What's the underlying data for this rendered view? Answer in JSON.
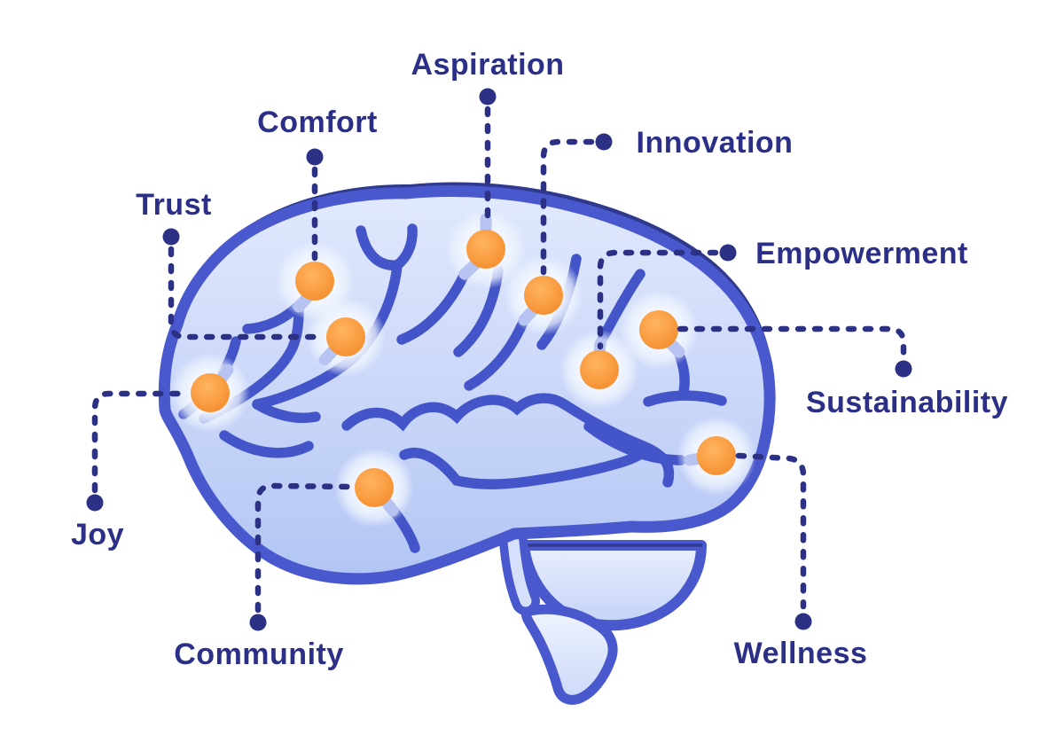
{
  "diagram": {
    "type": "brain-mind-map",
    "background": "#ffffff",
    "labels": [
      {
        "id": "aspiration",
        "text": "Aspiration"
      },
      {
        "id": "comfort",
        "text": "Comfort"
      },
      {
        "id": "trust",
        "text": "Trust"
      },
      {
        "id": "innovation",
        "text": "Innovation"
      },
      {
        "id": "empowerment",
        "text": "Empowerment"
      },
      {
        "id": "sustainability",
        "text": "Sustainability"
      },
      {
        "id": "joy",
        "text": "Joy"
      },
      {
        "id": "community",
        "text": "Community"
      },
      {
        "id": "wellness",
        "text": "Wellness"
      }
    ],
    "node_count": 9,
    "colors": {
      "label_text": "#2b2f87",
      "connector_line": "#2c3185",
      "brain_outline": "#4a58cd",
      "brain_outline_dark_rim": "#2f3a8e",
      "brain_fill_top": "#e0e8fd",
      "brain_fill_bottom": "#b4c6f3",
      "fold_lines": "#4355c8",
      "node_orange": "#f6952f",
      "node_orange_light": "#ffb561",
      "node_stem": "#b7c3f0",
      "node_halo": "#ffffff"
    }
  }
}
